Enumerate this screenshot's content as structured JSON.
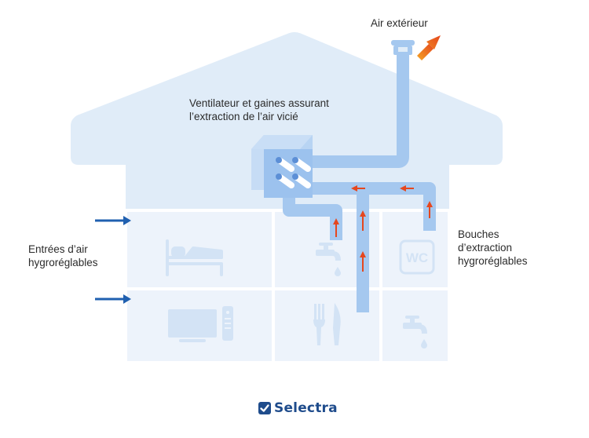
{
  "labels": {
    "air_exterieur": "Air extérieur",
    "ventilateur": "Ventilateur et gaines assurant\nl’extraction de l’air vicié",
    "entrees_air": "Entrées d’air\nhygroréglables",
    "bouches": "Bouches\nd’extraction\nhygroréglables"
  },
  "rooms": {
    "wc_sign": "WC"
  },
  "brand": {
    "name": "Selectra"
  },
  "colors": {
    "house": "#e0ecf8",
    "room_fill": "#edf3fb",
    "room_lines": "#ffffff",
    "duct": "#a5c8ef",
    "duct_dark": "#8db7e8",
    "fan_box": "#a9cbf1",
    "flow_arrow": "#e5471e",
    "inlet_arrow": "#2060b0",
    "outlet_arrow": "#e86a1f",
    "icon": "#d7e6f6",
    "text": "#2b2b2b",
    "brand": "#1f4c8c"
  },
  "icons": [
    "bed-icon",
    "faucet-icon",
    "wc-icon",
    "tv-icon",
    "remote-icon",
    "fork-icon",
    "knife-icon",
    "faucet-icon",
    "fan-icon",
    "logo-check-icon"
  ]
}
